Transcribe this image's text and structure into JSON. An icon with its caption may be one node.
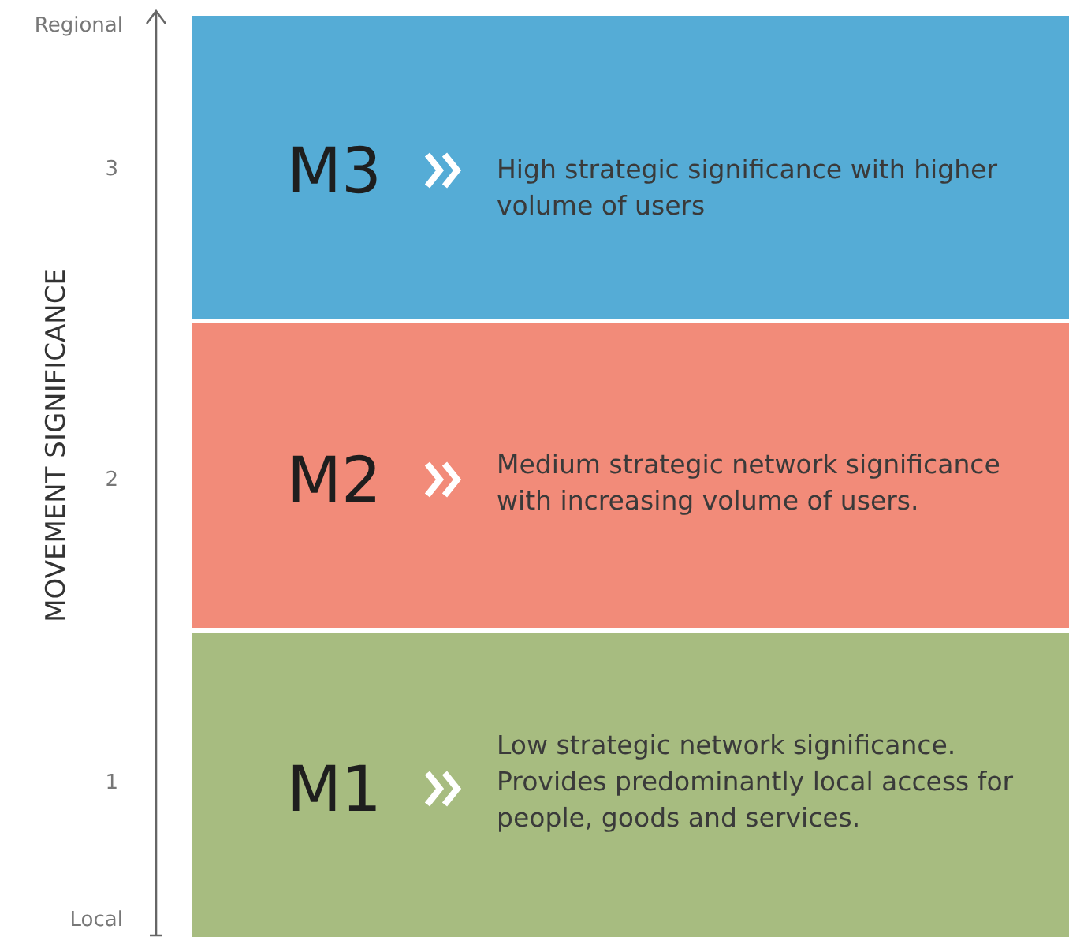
{
  "diagram": {
    "nodes": [
      {
        "text": [
          "M3",
          "High strategic significance with higher volume of users"
        ]
      },
      {
        "text": [
          "M2",
          "Medium strategic network significance with increasing volume of users."
        ]
      },
      {
        "text": [
          "M1",
          "Low strategic network significance. Provides predominantly local access for people, goods and services."
        ]
      }
    ],
    "edges": [],
    "labels": [
      "Regional",
      "3",
      "MOVEMENT SIGNIFICANCE",
      "2",
      "1",
      "Local"
    ]
  }
}
